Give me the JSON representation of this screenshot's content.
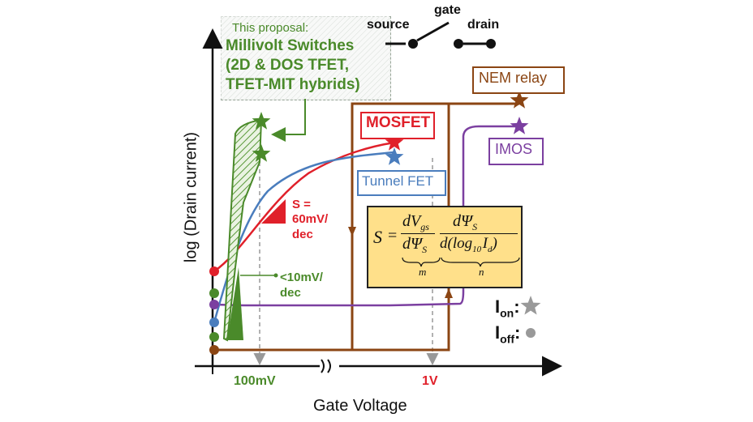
{
  "axes": {
    "x_label": "Gate Voltage",
    "y_label": "log (Drain current)",
    "tick_100mV": "100mV",
    "tick_1V": "1V"
  },
  "switch_symbol": {
    "gate": "gate",
    "source": "source",
    "drain": "drain"
  },
  "proposal": {
    "intro": "This proposal:",
    "line1": "Millivolt Switches",
    "line2": "(2D & DOS TFET,",
    "line3": "TFET-MIT hybrids)"
  },
  "devices": {
    "mosfet": "MOSFET",
    "tunnel_fet": "Tunnel FET",
    "nem_relay": "NEM relay",
    "imos": "IMOS"
  },
  "slope_labels": {
    "mosfet_s_l1": "S =",
    "mosfet_s_l2": "60mV/",
    "mosfet_s_l3": "dec",
    "millivolt_l1": "<10mV/",
    "millivolt_l2": "dec"
  },
  "legend": {
    "ion": "I",
    "ion_sub": "on",
    "ioff": "I",
    "ioff_sub": "off",
    "sep": ":"
  },
  "formula": {
    "S": "S",
    "eq": "=",
    "dVgs": "dV",
    "gs": "gs",
    "dPsiS_top": "dΨ",
    "S_sub": "S",
    "dPsiS_bot": "dΨ",
    "d_log": "d(log",
    "ten": "10",
    "Id": "I",
    "d_sub": "d",
    "close": ")",
    "m": "m",
    "n": "n"
  },
  "colors": {
    "mosfet": "#e0202a",
    "tunnel_fet": "#4a7dbd",
    "nem_relay": "#8b4513",
    "imos": "#7b3fa0",
    "millivolt": "#4a8a2a",
    "formula_bg": "#ffe08a"
  }
}
